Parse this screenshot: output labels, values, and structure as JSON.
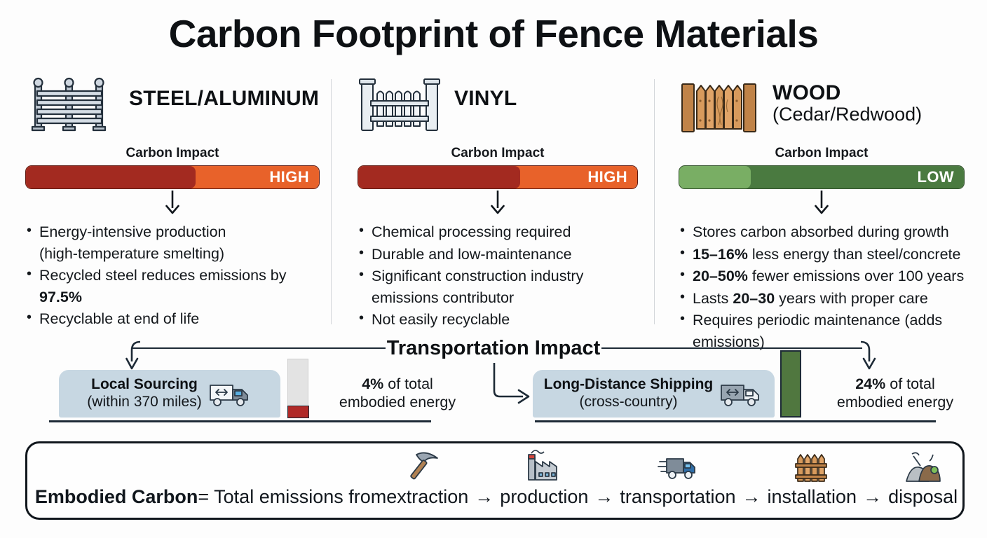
{
  "title": "Carbon Footprint of Fence Materials",
  "columns": [
    {
      "id": "steel",
      "icon": "steel-fence-icon",
      "name": "STEEL/ALUMINUM",
      "subtitle": "",
      "impact_label": "Carbon Impact",
      "impact_level": "HIGH",
      "impact_fill_pct": 58,
      "fill_color": "#A32A20",
      "rest_color": "#E8622A",
      "bullets": [
        {
          "text": "Energy-intensive production (high-temperature smelting)",
          "bold": []
        },
        {
          "text": "Recycled steel reduces emissions by 97.5%",
          "bold": [
            "97.5%"
          ]
        },
        {
          "text": "Recyclable at end of life",
          "bold": []
        }
      ]
    },
    {
      "id": "vinyl",
      "icon": "vinyl-fence-icon",
      "name": "VINYL",
      "subtitle": "",
      "impact_label": "Carbon Impact",
      "impact_level": "HIGH",
      "impact_fill_pct": 58,
      "fill_color": "#A32A20",
      "rest_color": "#E8622A",
      "bullets": [
        {
          "text": "Chemical processing required",
          "bold": []
        },
        {
          "text": "Durable and low-maintenance",
          "bold": []
        },
        {
          "text": "Significant construction industry emissions contributor",
          "bold": []
        },
        {
          "text": "Not easily recyclable",
          "bold": []
        }
      ]
    },
    {
      "id": "wood",
      "icon": "wood-fence-icon",
      "name": "WOOD",
      "subtitle": "(Cedar/Redwood)",
      "impact_label": "Carbon Impact",
      "impact_level": "LOW",
      "impact_fill_pct": 25,
      "fill_color": "#79AE64",
      "rest_color": "#4A7A40",
      "bullets": [
        {
          "text": "Stores carbon absorbed during growth",
          "bold": []
        },
        {
          "text": "15–16% less energy than steel/concrete",
          "bold": [
            "15–16%"
          ]
        },
        {
          "text": "20–50% fewer emissions over 100 years",
          "bold": [
            "20–50%"
          ]
        },
        {
          "text": "Lasts 20–30 years with proper care",
          "bold": [
            "20–30"
          ]
        },
        {
          "text": "Requires periodic maintenance (adds emissions)",
          "bold": []
        }
      ]
    }
  ],
  "transport": {
    "title": "Transportation Impact",
    "local": {
      "label": "Local Sourcing",
      "sublabel": "(within 370 miles)",
      "icon": "truck-icon",
      "percent": "4%",
      "percent_suffix": " of total",
      "percent_line2": "embodied energy",
      "bar_value": 4,
      "bar_color": "#B02A28"
    },
    "long": {
      "label": "Long-Distance Shipping",
      "sublabel": "(cross-country)",
      "icon": "truck-icon",
      "percent": "24%",
      "percent_suffix": " of total",
      "percent_line2": "embodied energy",
      "bar_value": 24,
      "bar_color": "#50773F"
    }
  },
  "definition": {
    "term": "Embodied Carbon",
    "equals": " = Total emissions from ",
    "stages": [
      {
        "label": "extraction",
        "icon": "pickaxe-icon"
      },
      {
        "label": "production",
        "icon": "factory-icon"
      },
      {
        "label": "transportation",
        "icon": "truck-icon"
      },
      {
        "label": "installation",
        "icon": "fence-icon"
      },
      {
        "label": "disposal",
        "icon": "waste-pile-icon"
      }
    ],
    "arrow": "→"
  },
  "chart_data": {
    "type": "bar",
    "title": "Carbon Footprint of Fence Materials",
    "subcharts": [
      {
        "name": "Carbon Impact by material",
        "categories": [
          "STEEL/ALUMINUM",
          "VINYL",
          "WOOD (Cedar/Redwood)"
        ],
        "values": [
          58,
          58,
          25
        ],
        "labels": [
          "HIGH",
          "HIGH",
          "LOW"
        ],
        "unit": "relative scale (0-100)",
        "colors": [
          "#A32A20",
          "#A32A20",
          "#4A7A40"
        ]
      },
      {
        "name": "Transportation Impact — share of total embodied energy",
        "categories": [
          "Local Sourcing (within 370 miles)",
          "Long-Distance Shipping (cross-country)"
        ],
        "values": [
          4,
          24
        ],
        "unit": "% of total embodied energy",
        "ylim": [
          0,
          30
        ],
        "colors": [
          "#B02A28",
          "#50773F"
        ]
      }
    ]
  }
}
